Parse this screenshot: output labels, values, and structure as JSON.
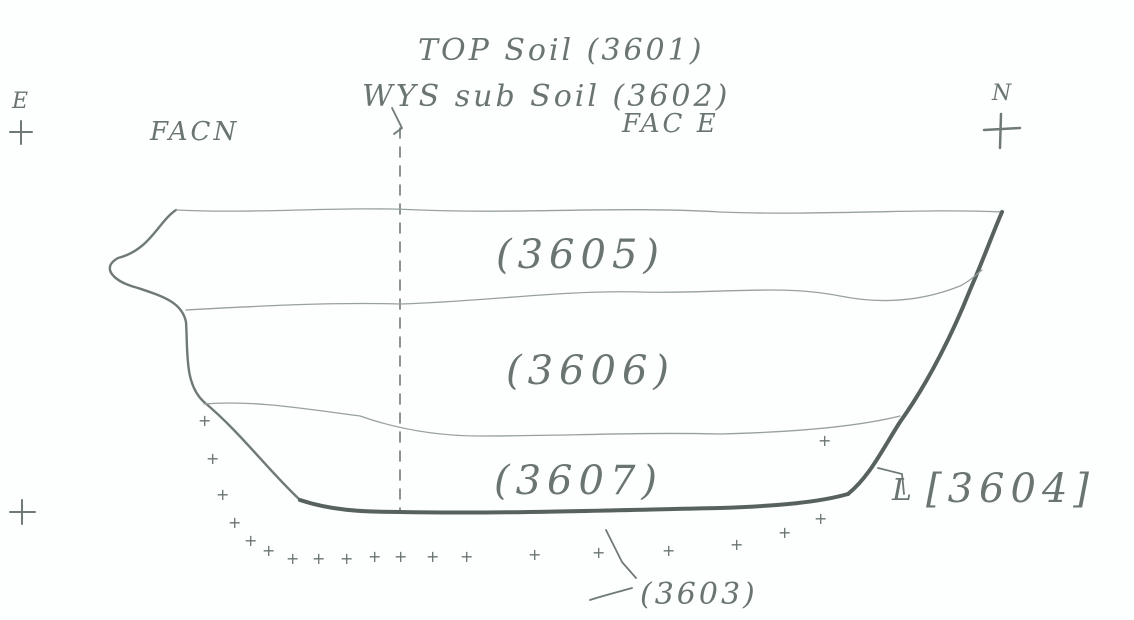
{
  "annotations": {
    "top_soil": "TOP Soil (3601)",
    "subsoil": "WYS sub Soil (3602)",
    "face_north": "FACN",
    "face_east": "FAC E"
  },
  "compass": {
    "left": "E",
    "right": "N"
  },
  "contexts": {
    "upper_fill": "(3605)",
    "middle_fill": "(3606)",
    "lower_fill": "(3607)",
    "cut": "[3604]",
    "cut_prefix": "L",
    "base": "(3603)"
  },
  "base_markers": "+"
}
